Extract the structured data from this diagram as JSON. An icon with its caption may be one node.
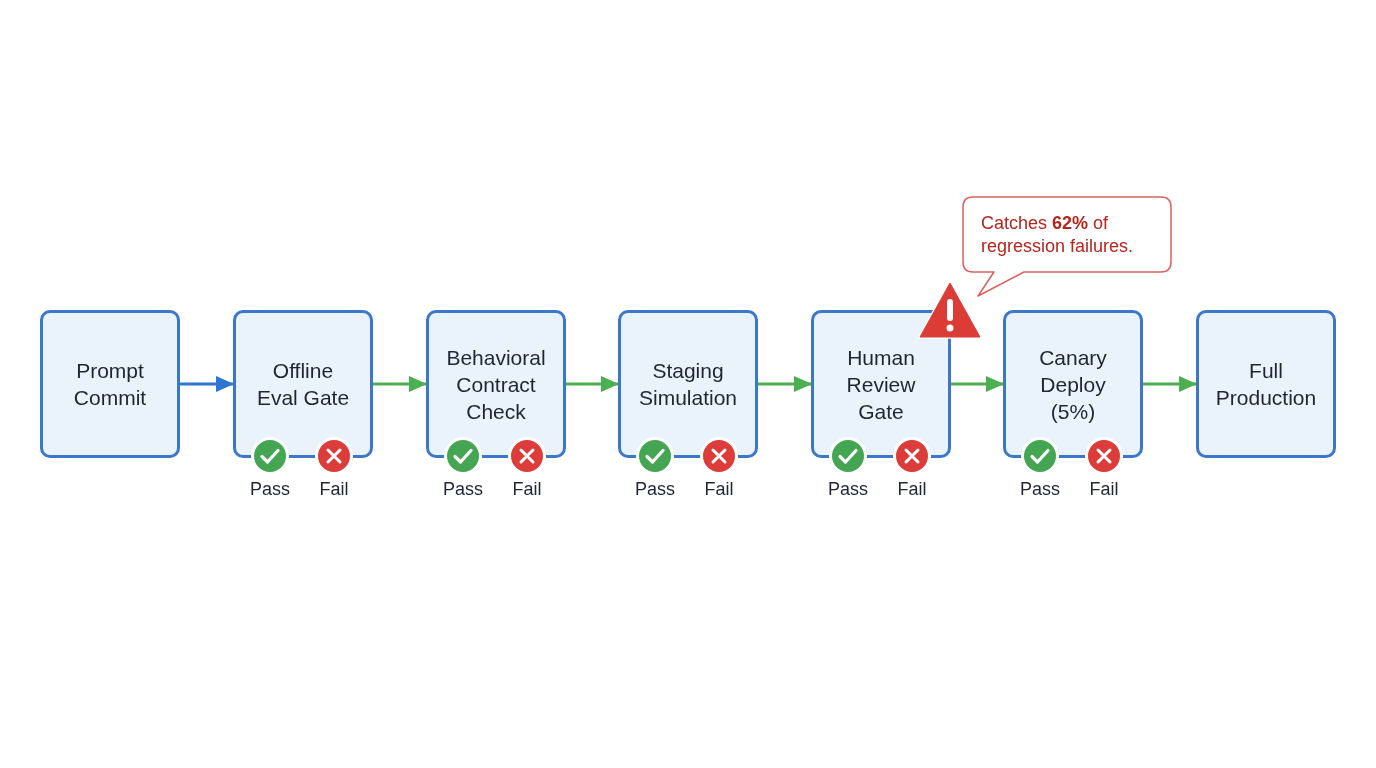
{
  "diagram": {
    "nodes": [
      {
        "text": [
          "Prompt Commit"
        ]
      },
      {
        "text": [
          "Offline Eval Gate"
        ],
        "beside": [
          "Pass",
          "Fail"
        ]
      },
      {
        "text": [
          "Behavioral Contract Check"
        ],
        "beside": [
          "Pass",
          "Fail"
        ]
      },
      {
        "text": [
          "Staging Simulation"
        ],
        "beside": [
          "Pass",
          "Fail"
        ]
      },
      {
        "text": [
          "Human Review Gate"
        ],
        "beside": [
          "Pass",
          "Fail"
        ]
      },
      {
        "text": [
          "Canary Deploy (5%)"
        ],
        "beside": [
          "Pass",
          "Fail"
        ]
      },
      {
        "text": [
          "Full Production"
        ]
      },
      {
        "text": [
          "Catches **62%** of regression failures."
        ]
      }
    ],
    "edges": [
      {
        "from": 0,
        "to": 1,
        "arrow": "to",
        "color": "#2f74d0"
      },
      {
        "from": 1,
        "to": 2,
        "arrow": "to"
      },
      {
        "from": 2,
        "to": 3,
        "arrow": "to"
      },
      {
        "from": 3,
        "to": 4,
        "arrow": "to"
      },
      {
        "from": 4,
        "to": 5,
        "arrow": "to"
      },
      {
        "from": 5,
        "to": 6,
        "arrow": "to"
      }
    ]
  }
}
